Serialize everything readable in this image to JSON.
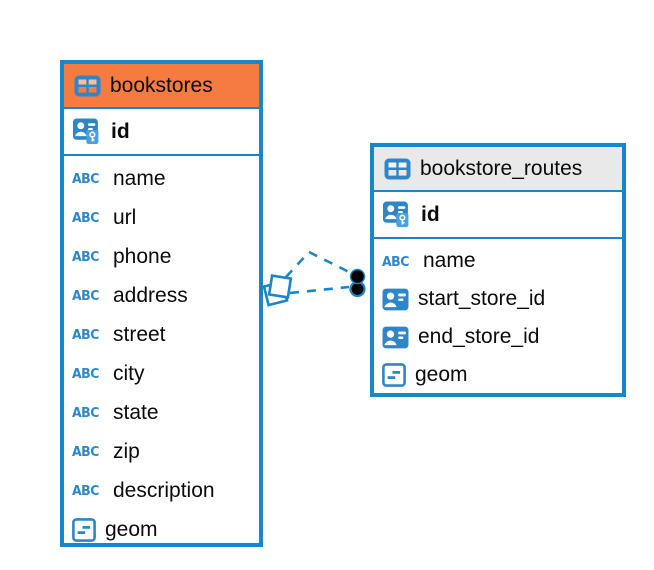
{
  "canvas": {
    "background": "#ffffff"
  },
  "colors": {
    "accent_blue": "#1787C9",
    "icon_blue": "#2E86C9",
    "icon_blue_light": "#4BA0DE",
    "bookstores_header": "#F57B41",
    "routes_header": "#E9E9E9",
    "text": "#0b0b0b",
    "relationship_dot": "#000000"
  },
  "icons": {
    "text_type_glyph": "ABC"
  },
  "tables": [
    {
      "name": "bookstores",
      "header_color": "#F57B41",
      "primary_key": {
        "name": "id"
      },
      "columns": [
        {
          "name": "name",
          "type": "text"
        },
        {
          "name": "url",
          "type": "text"
        },
        {
          "name": "phone",
          "type": "text"
        },
        {
          "name": "address",
          "type": "text"
        },
        {
          "name": "street",
          "type": "text"
        },
        {
          "name": "city",
          "type": "text"
        },
        {
          "name": "state",
          "type": "text"
        },
        {
          "name": "zip",
          "type": "text"
        },
        {
          "name": "description",
          "type": "text"
        },
        {
          "name": "geom",
          "type": "geometry"
        }
      ]
    },
    {
      "name": "bookstore_routes",
      "header_color": "#E9E9E9",
      "primary_key": {
        "name": "id"
      },
      "columns": [
        {
          "name": "name",
          "type": "text"
        },
        {
          "name": "start_store_id",
          "type": "reference"
        },
        {
          "name": "end_store_id",
          "type": "reference"
        },
        {
          "name": "geom",
          "type": "geometry"
        }
      ]
    }
  ],
  "relationships": [
    {
      "referenced_table": "bookstores",
      "referencing_table": "bookstore_routes",
      "line_style": "dashed",
      "referenced_marker": "diamond",
      "referencing_marker": "filled-circle"
    },
    {
      "referenced_table": "bookstores",
      "referencing_table": "bookstore_routes",
      "line_style": "dashed",
      "referenced_marker": "diamond",
      "referencing_marker": "filled-circle"
    }
  ]
}
